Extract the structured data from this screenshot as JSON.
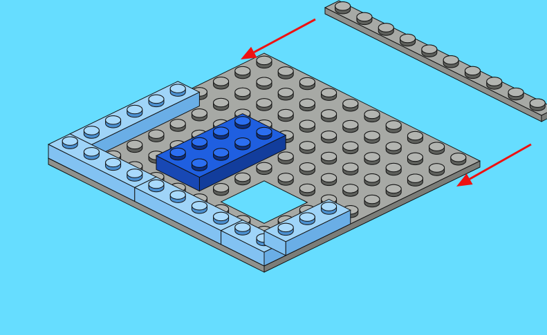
{
  "scene": {
    "background_color": "#66ddff",
    "colors": {
      "gray_top": "#a7a9a5",
      "gray_left": "#8f918d",
      "gray_right": "#7b7d79",
      "stud_gray_top": "#b3b5b1",
      "stud_gray_side": "#5d5f5b",
      "light_blue_top": "#9fd4f8",
      "light_blue_left": "#82c2f2",
      "light_blue_right": "#6aaee6",
      "stud_light_blue_top": "#a9dafc",
      "stud_light_blue_side": "#4b8fcf",
      "blue_top": "#1f5fe0",
      "blue_left": "#1848b4",
      "blue_right": "#123d9c",
      "stud_blue_top": "#2b6ef0",
      "stud_blue_side": "#0d2f80",
      "arrow": "#ee1111",
      "outline": "#111111"
    },
    "parts": [
      {
        "name": "gray-plate-1x10",
        "color": "gray",
        "length_studs": 10,
        "width_studs": 1
      },
      {
        "name": "gray-baseplate",
        "color": "gray",
        "size": "10x10"
      },
      {
        "name": "light-blue-wall-bricks",
        "color": "light blue"
      },
      {
        "name": "blue-brick-2x4",
        "color": "blue",
        "size": "2x4"
      }
    ],
    "arrows": [
      {
        "name": "arrow-to-back-corner",
        "color": "red"
      },
      {
        "name": "arrow-to-right-corner",
        "color": "red"
      }
    ]
  }
}
